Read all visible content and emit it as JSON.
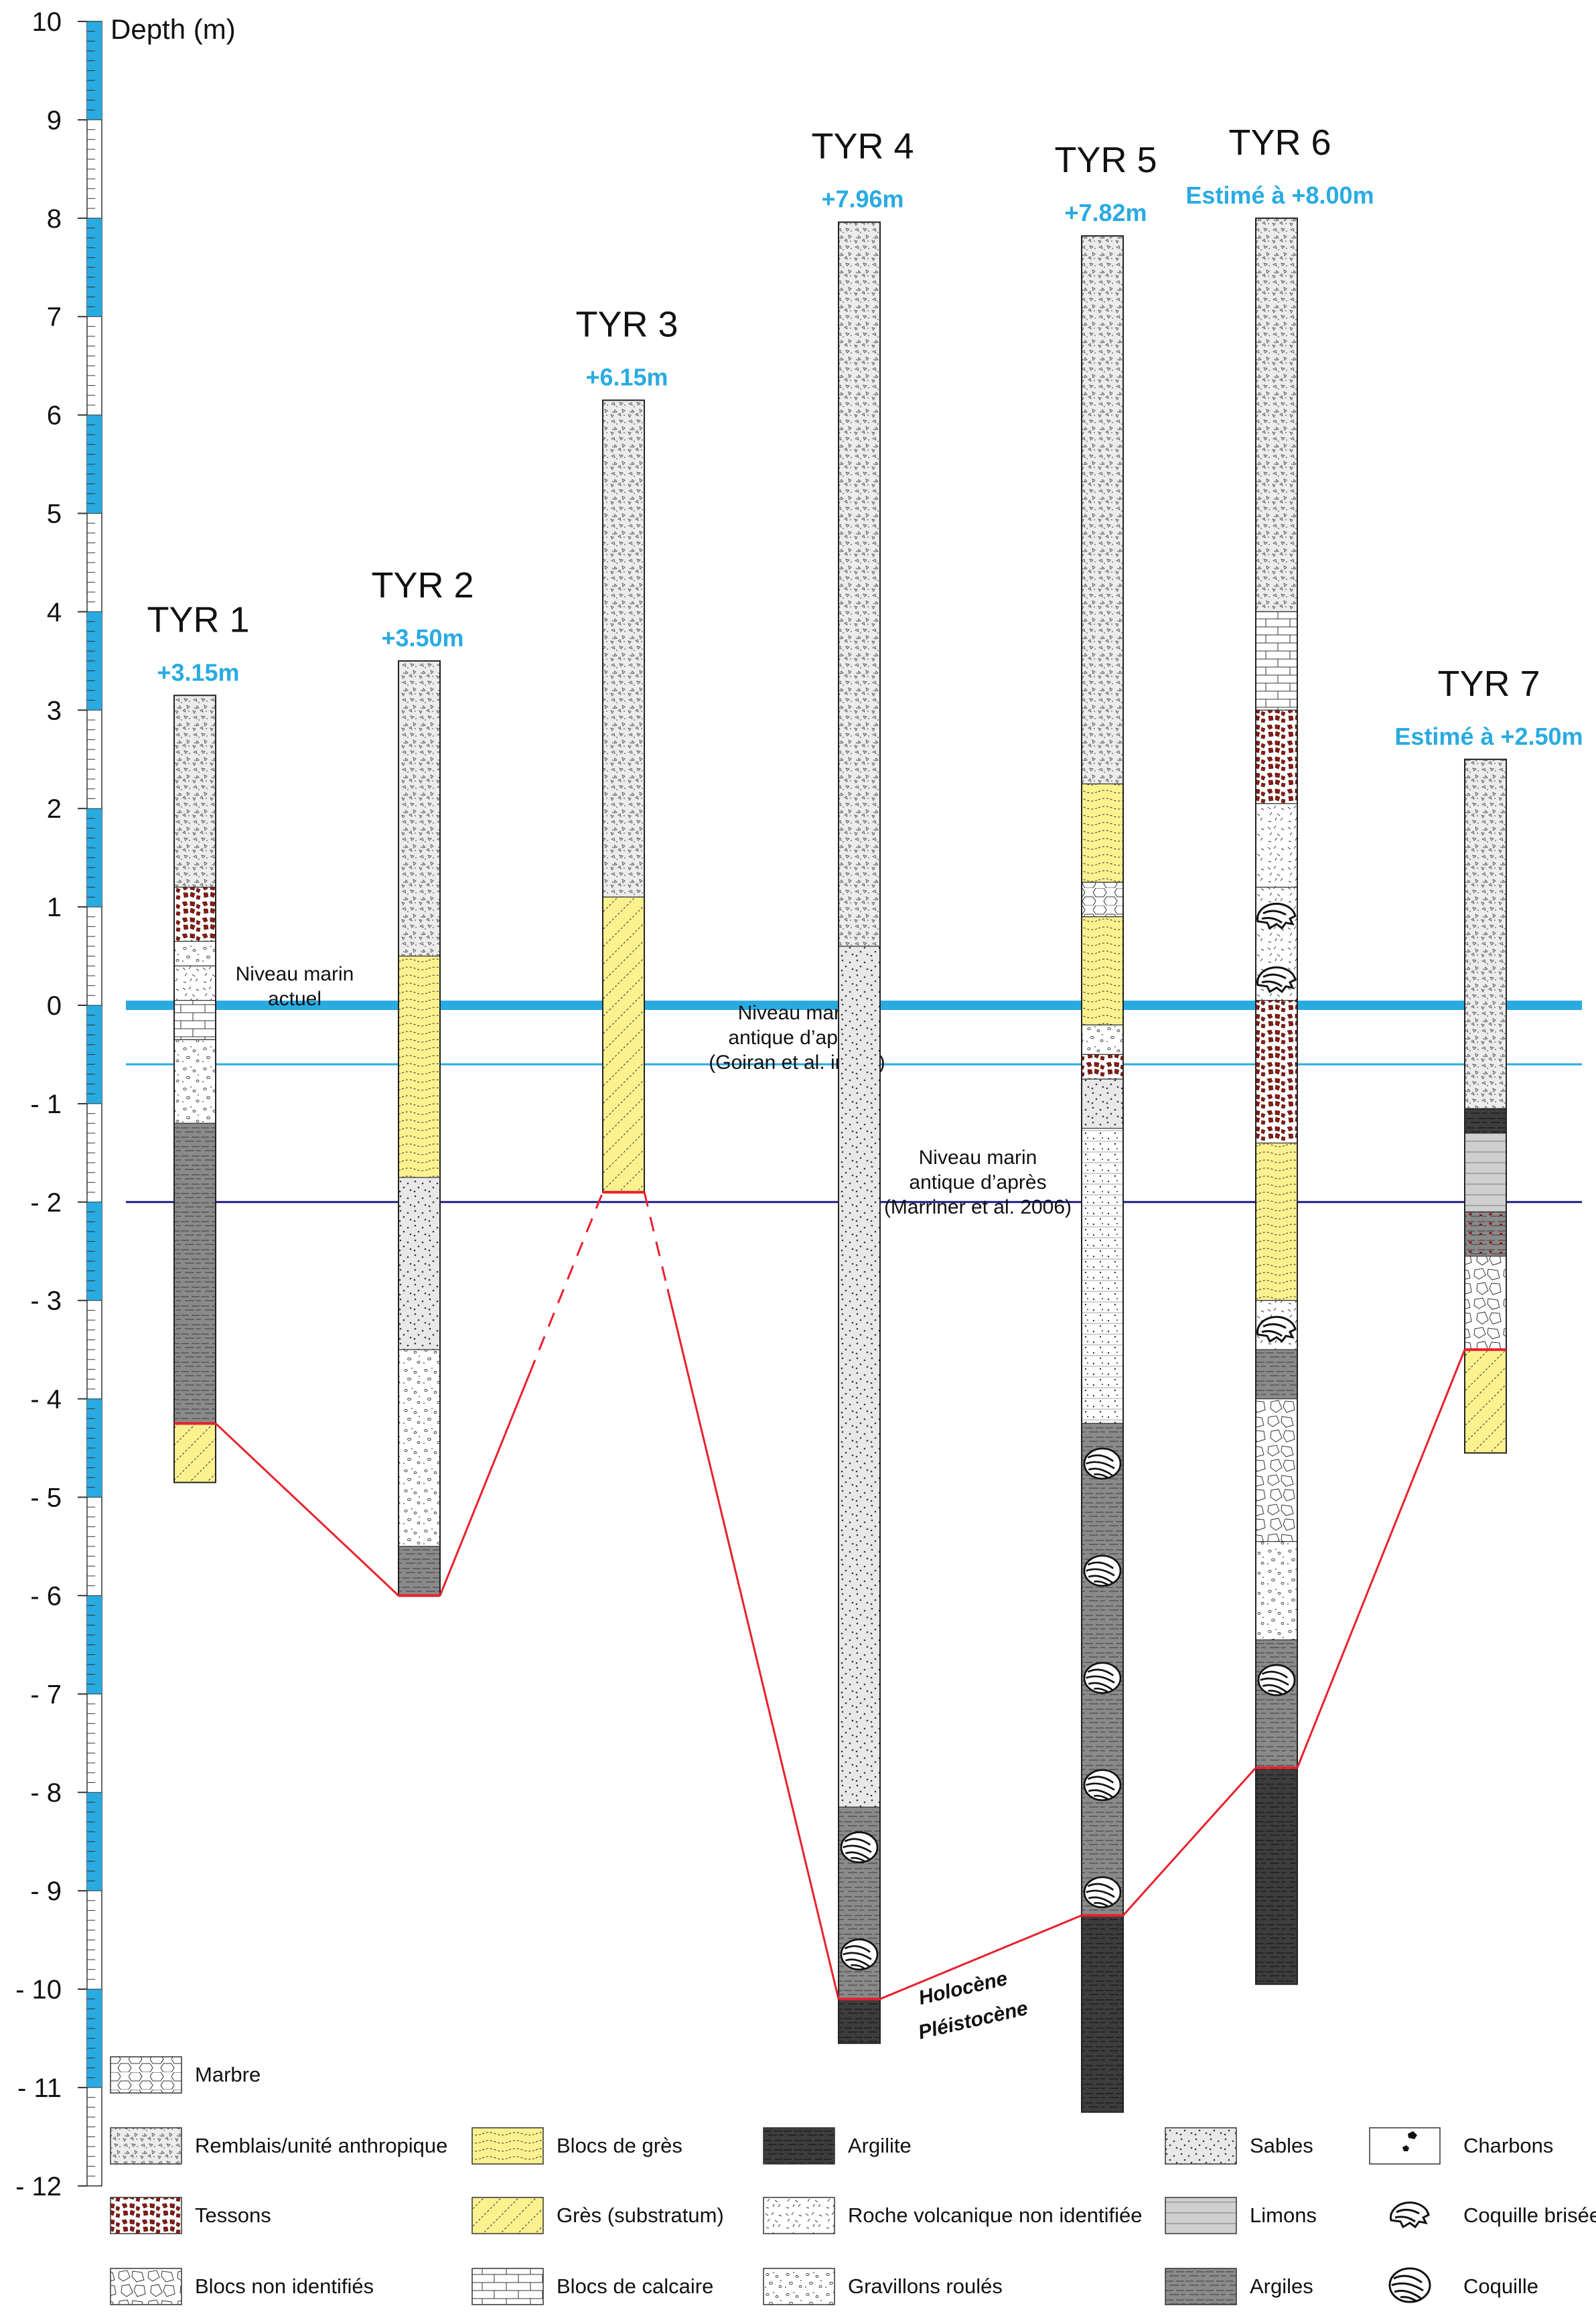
{
  "scale": {
    "title": "Depth (m)",
    "ticks": [
      {
        "v": 10,
        "label": "10"
      },
      {
        "v": 9,
        "label": "9"
      },
      {
        "v": 8,
        "label": "8"
      },
      {
        "v": 7,
        "label": "7"
      },
      {
        "v": 6,
        "label": "6"
      },
      {
        "v": 5,
        "label": "5"
      },
      {
        "v": 4,
        "label": "4"
      },
      {
        "v": 3,
        "label": "3"
      },
      {
        "v": 2,
        "label": "2"
      },
      {
        "v": 1,
        "label": "1"
      },
      {
        "v": 0,
        "label": "0"
      },
      {
        "v": -1,
        "label": "- 1"
      },
      {
        "v": -2,
        "label": "- 2"
      },
      {
        "v": -3,
        "label": "- 3"
      },
      {
        "v": -4,
        "label": "- 4"
      },
      {
        "v": -5,
        "label": "- 5"
      },
      {
        "v": -6,
        "label": "- 6"
      },
      {
        "v": -7,
        "label": "- 7"
      },
      {
        "v": -8,
        "label": "- 8"
      },
      {
        "v": -9,
        "label": "- 9"
      },
      {
        "v": -10,
        "label": "- 10"
      },
      {
        "v": -11,
        "label": "- 11"
      },
      {
        "v": -12,
        "label": "- 12"
      }
    ]
  },
  "sea_levels": [
    {
      "id": "actuel",
      "depth": 0,
      "color": "#29abe2",
      "label_lines": [
        "Niveau marin",
        "actuel"
      ]
    },
    {
      "id": "goiran",
      "depth": -0.6,
      "color": "#29abe2",
      "label_lines": [
        "Niveau marin",
        "antique d’après",
        "(Goiran et al. inédit)"
      ]
    },
    {
      "id": "marriner",
      "depth": -2.0,
      "color": "#1b1f8a",
      "label_lines": [
        "Niveau marin",
        "antique d’après",
        "(Marriner et al. 2006)"
      ]
    }
  ],
  "cores": [
    {
      "name": "TYR 1",
      "elevation": "+3.15m",
      "top": 3.15,
      "bottom": -4.85,
      "layers": [
        {
          "from": 3.15,
          "to": 1.2,
          "type": "remblais"
        },
        {
          "from": 1.2,
          "to": 0.65,
          "type": "tessons"
        },
        {
          "from": 0.65,
          "to": 0.4,
          "type": "gravillons"
        },
        {
          "from": 0.4,
          "to": 0.05,
          "type": "volcanique"
        },
        {
          "from": 0.05,
          "to": -0.35,
          "type": "calcaire"
        },
        {
          "from": -0.35,
          "to": -1.2,
          "type": "gravillons"
        },
        {
          "from": -1.2,
          "to": -4.25,
          "type": "argiles"
        },
        {
          "from": -4.25,
          "to": -4.85,
          "type": "substratum"
        }
      ]
    },
    {
      "name": "TYR 2",
      "elevation": "+3.50m",
      "top": 3.5,
      "bottom": -6.0,
      "layers": [
        {
          "from": 3.5,
          "to": 0.5,
          "type": "remblais"
        },
        {
          "from": 0.5,
          "to": -1.75,
          "type": "gres"
        },
        {
          "from": -1.75,
          "to": -3.5,
          "type": "sables"
        },
        {
          "from": -3.5,
          "to": -5.5,
          "type": "gravillons"
        },
        {
          "from": -5.5,
          "to": -6.0,
          "type": "argiles"
        }
      ]
    },
    {
      "name": "TYR 3",
      "elevation": "+6.15m",
      "top": 6.15,
      "bottom": -1.9,
      "layers": [
        {
          "from": 6.15,
          "to": 1.1,
          "type": "remblais"
        },
        {
          "from": 1.1,
          "to": -1.9,
          "type": "substratum"
        }
      ]
    },
    {
      "name": "TYR 4",
      "elevation": "+7.96m",
      "top": 7.96,
      "bottom": -10.55,
      "layers": [
        {
          "from": 7.96,
          "to": 0.6,
          "type": "remblais"
        },
        {
          "from": 0.6,
          "to": -8.15,
          "type": "sables"
        },
        {
          "from": -8.15,
          "to": -10.1,
          "type": "argiles_coquilles"
        },
        {
          "from": -10.1,
          "to": -10.55,
          "type": "argilite"
        }
      ]
    },
    {
      "name": "TYR 5",
      "elevation": "+7.82m",
      "top": 7.82,
      "bottom": -11.25,
      "layers": [
        {
          "from": 7.82,
          "to": 2.25,
          "type": "remblais"
        },
        {
          "from": 2.25,
          "to": 1.25,
          "type": "gres"
        },
        {
          "from": 1.25,
          "to": 0.9,
          "type": "marbre"
        },
        {
          "from": 0.9,
          "to": -0.2,
          "type": "gres"
        },
        {
          "from": -0.2,
          "to": -0.5,
          "type": "gravillons"
        },
        {
          "from": -0.5,
          "to": -0.75,
          "type": "tessons"
        },
        {
          "from": -0.75,
          "to": -1.25,
          "type": "sables"
        },
        {
          "from": -1.25,
          "to": -4.25,
          "type": "limons_sables"
        },
        {
          "from": -4.25,
          "to": -9.25,
          "type": "argiles_coquilles"
        },
        {
          "from": -9.25,
          "to": -11.25,
          "type": "argilite"
        }
      ]
    },
    {
      "name": "TYR 6",
      "elevation": "Estimé à +8.00m",
      "top": 8.0,
      "bottom": -9.95,
      "layers": [
        {
          "from": 8.0,
          "to": 4.0,
          "type": "remblais"
        },
        {
          "from": 4.0,
          "to": 3.0,
          "type": "calcaire"
        },
        {
          "from": 3.0,
          "to": 2.05,
          "type": "tessons"
        },
        {
          "from": 2.05,
          "to": 1.2,
          "type": "volcanique"
        },
        {
          "from": 1.2,
          "to": 0.05,
          "type": "coquille_brisee"
        },
        {
          "from": 0.05,
          "to": -1.4,
          "type": "tessons"
        },
        {
          "from": -1.4,
          "to": -3.0,
          "type": "gres"
        },
        {
          "from": -3.0,
          "to": -3.5,
          "type": "coquille_brisee"
        },
        {
          "from": -3.5,
          "to": -4.0,
          "type": "argiles"
        },
        {
          "from": -4.0,
          "to": -5.45,
          "type": "blocs"
        },
        {
          "from": -5.45,
          "to": -6.45,
          "type": "gravillons"
        },
        {
          "from": -6.45,
          "to": -7.75,
          "type": "argiles_coquilles"
        },
        {
          "from": -7.75,
          "to": -9.95,
          "type": "argilite"
        }
      ]
    },
    {
      "name": "TYR 7",
      "elevation": "Estimé à +2.50m",
      "top": 2.5,
      "bottom": -4.55,
      "layers": [
        {
          "from": 2.5,
          "to": -1.05,
          "type": "remblais"
        },
        {
          "from": -1.05,
          "to": -1.3,
          "type": "argilite"
        },
        {
          "from": -1.3,
          "to": -2.1,
          "type": "limons"
        },
        {
          "from": -2.1,
          "to": -2.55,
          "type": "argiles_tessons"
        },
        {
          "from": -2.55,
          "to": -3.5,
          "type": "blocs"
        },
        {
          "from": -3.5,
          "to": -4.55,
          "type": "substratum"
        }
      ]
    }
  ],
  "boundary": {
    "color": "#e8212e",
    "upper_label": "Holocène",
    "lower_label": "Pléistocène",
    "points_depth": [
      -4.25,
      -6.0,
      -1.9,
      -10.1,
      -9.25,
      -7.75,
      -3.5
    ]
  },
  "legend": [
    {
      "type": "marbre",
      "label": "Marbre"
    },
    {
      "type": "remblais",
      "label": "Remblais/unité anthropique"
    },
    {
      "type": "gres",
      "label": "Blocs de grès"
    },
    {
      "type": "argilite",
      "label": "Argilite"
    },
    {
      "type": "sables",
      "label": "Sables"
    },
    {
      "type": "charbons",
      "label": "Charbons"
    },
    {
      "type": "tessons",
      "label": "Tessons"
    },
    {
      "type": "substratum",
      "label": "Grès (substratum)"
    },
    {
      "type": "volcanique",
      "label": "Roche volcanique non identifiée"
    },
    {
      "type": "limons",
      "label": "Limons"
    },
    {
      "type": "coquille_brisee_icon",
      "label": "Coquille brisée"
    },
    {
      "type": "blocs",
      "label": "Blocs non identifiés"
    },
    {
      "type": "calcaire",
      "label": "Blocs de calcaire"
    },
    {
      "type": "gravillons",
      "label": "Gravillons roulés"
    },
    {
      "type": "argiles",
      "label": "Argiles"
    },
    {
      "type": "coquille_icon",
      "label": "Coquille"
    }
  ],
  "colors": {
    "elevation_text": "#29abe2",
    "scale_blue": "#29abe2",
    "gres_yellow": "#fbf18f",
    "tessons_red": "#8b1a12",
    "argilite": "#3d3d3d",
    "argiles": "#8a8a8a"
  }
}
